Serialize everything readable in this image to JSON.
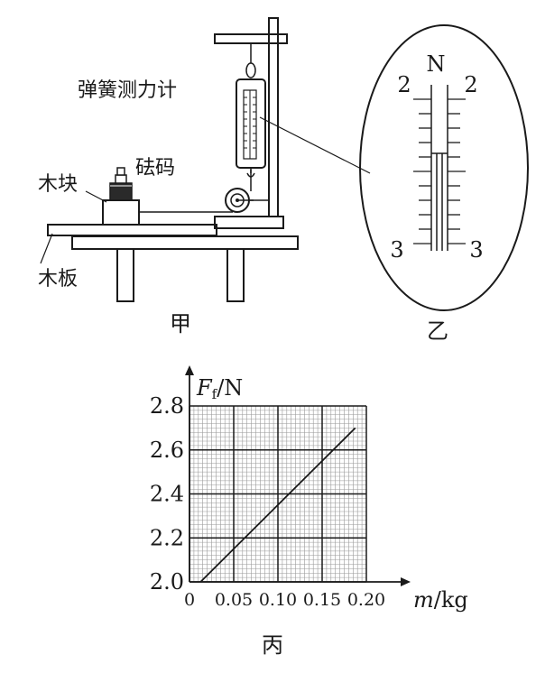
{
  "figure_a": {
    "caption": "甲",
    "label_spring_scale": "弹簧测力计",
    "label_weight": "砝码",
    "label_block": "木块",
    "label_board": "木板"
  },
  "figure_b": {
    "caption": "乙",
    "unit": "N",
    "top_left": "2",
    "top_right": "2",
    "bottom_left": "3",
    "bottom_right": "3",
    "reading": 2.4
  },
  "figure_c": {
    "caption": "丙",
    "chart_data": {
      "type": "line",
      "ylabel_main": "F",
      "ylabel_sub": "f",
      "ylabel_unit": "/N",
      "xlabel_main": "m",
      "xlabel_unit": "/kg",
      "xlim": [
        0,
        0.2
      ],
      "ylim": [
        2.0,
        2.8
      ],
      "x_ticks": [
        "0",
        "0.05",
        "0.10",
        "0.15",
        "0.20"
      ],
      "y_ticks": [
        "2.0",
        "2.2",
        "2.4",
        "2.6",
        "2.8"
      ],
      "grid": true,
      "series": [
        {
          "x": [
            0.0125,
            0.05,
            0.1,
            0.15,
            0.1875
          ],
          "y": [
            2.0,
            2.15,
            2.35,
            2.55,
            2.7
          ]
        }
      ]
    }
  }
}
